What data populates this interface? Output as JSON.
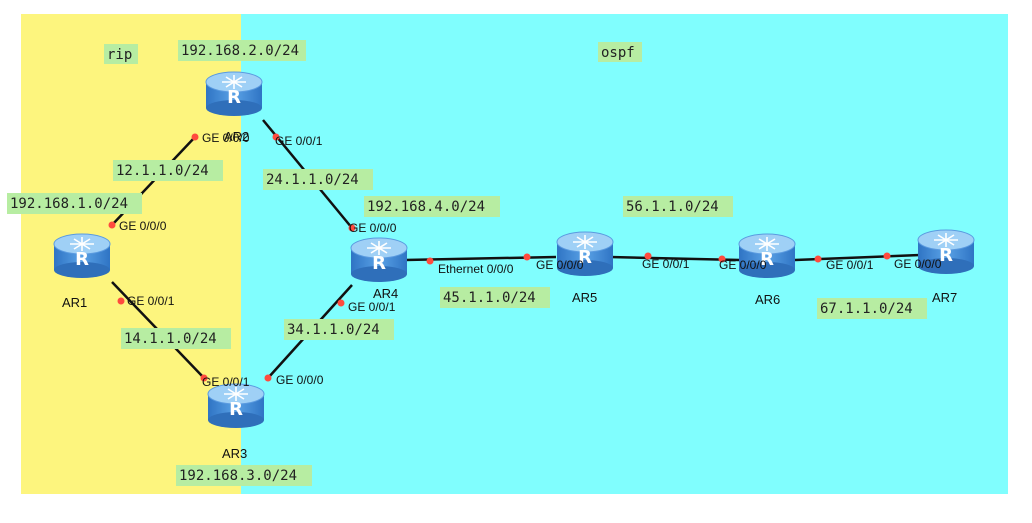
{
  "colors": {
    "rip_zone": "#fdf57e",
    "ospf_zone": "#80fefe",
    "label_bg": "#b7eda2",
    "link": "#111111",
    "port_dot": "#ff4b3e",
    "router_body": "#4a8fd6",
    "router_top": "#8ec4f2"
  },
  "zones": {
    "rip": "rip",
    "ospf": "ospf"
  },
  "routers": [
    {
      "id": "ar1",
      "name": "AR1"
    },
    {
      "id": "ar2",
      "name": "AR2"
    },
    {
      "id": "ar3",
      "name": "AR3"
    },
    {
      "id": "ar4",
      "name": "AR4"
    },
    {
      "id": "ar5",
      "name": "AR5"
    },
    {
      "id": "ar6",
      "name": "AR6"
    },
    {
      "id": "ar7",
      "name": "AR7"
    }
  ],
  "router_icon_letter": "R",
  "networks": {
    "n1": "192.168.2.0/24",
    "n2": "12.1.1.0/24",
    "n3": "192.168.1.0/24",
    "n4": "24.1.1.0/24",
    "n5": "192.168.4.0/24",
    "n6": "56.1.1.0/24",
    "n7": "45.1.1.0/24",
    "n8": "14.1.1.0/24",
    "n9": "34.1.1.0/24",
    "n10": "67.1.1.0/24",
    "n11": "192.168.3.0/24"
  },
  "ports": {
    "ar2_ge000": "GE 0/0/0",
    "ar2_ge001": "GE 0/0/1",
    "ar1_ge000": "GE 0/0/0",
    "ar1_ge001": "GE 0/0/1",
    "ar4_ge000": "GE 0/0/0",
    "ar4_ge001": "GE 0/0/1",
    "ar4_eth000": "Ethernet 0/0/0",
    "ar3_ge001": "GE 0/0/1",
    "ar3_ge000": "GE 0/0/0",
    "ar5_ge000": "GE 0/0/0",
    "ar5_ge001": "GE 0/0/1",
    "ar6_ge000": "GE 0/0/0",
    "ar6_ge001": "GE 0/0/1",
    "ar7_ge000": "GE 0/0/0"
  }
}
